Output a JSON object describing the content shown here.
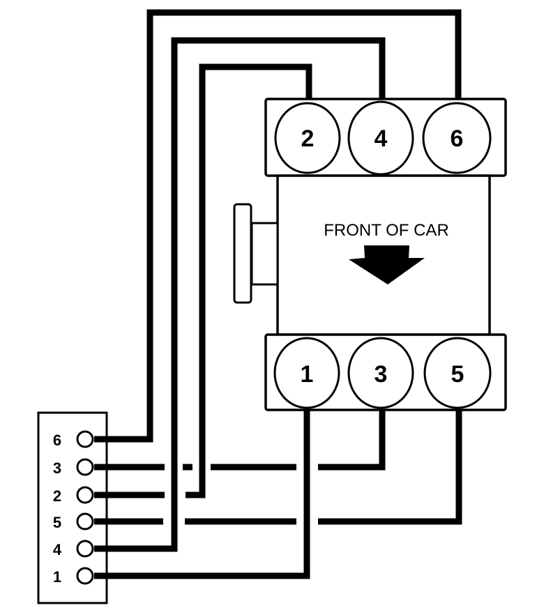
{
  "diagram": {
    "type": "firing-order-wiring",
    "engine": {
      "bank_rear": {
        "cylinders": [
          "2",
          "4",
          "6"
        ]
      },
      "bank_front": {
        "cylinders": [
          "1",
          "3",
          "5"
        ]
      },
      "direction_label": "FRONT OF CAR",
      "direction_arrow": "down-arrow"
    },
    "coil_pack": {
      "terminals": [
        "6",
        "3",
        "2",
        "5",
        "4",
        "1"
      ]
    },
    "connections": [
      {
        "terminal": "6",
        "cylinder": "6"
      },
      {
        "terminal": "3",
        "cylinder": "3"
      },
      {
        "terminal": "2",
        "cylinder": "2"
      },
      {
        "terminal": "5",
        "cylinder": "5"
      },
      {
        "terminal": "4",
        "cylinder": "4"
      },
      {
        "terminal": "1",
        "cylinder": "1"
      }
    ],
    "colors": {
      "line": "#000000",
      "background": "#ffffff"
    }
  }
}
